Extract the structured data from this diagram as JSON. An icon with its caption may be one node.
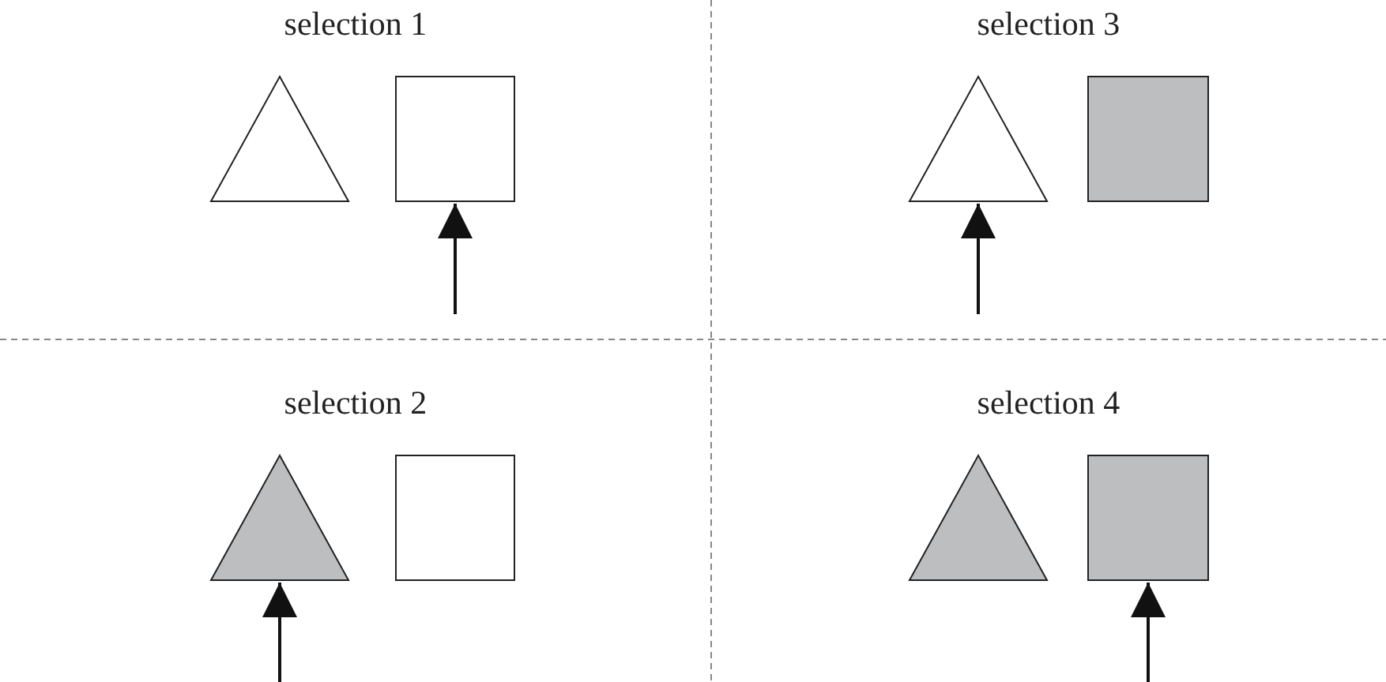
{
  "diagram": {
    "nodes": [
      {
        "text": [
          "selection 1"
        ]
      },
      {
        "text": [],
        "shape": "triangle",
        "in": 0
      },
      {
        "text": [],
        "shape": "box",
        "in": 0
      },
      {
        "text": [
          "selection 3"
        ]
      },
      {
        "text": [],
        "shape": "triangle",
        "in": 3
      },
      {
        "text": [],
        "shape": "box",
        "in": 3
      },
      {
        "text": [
          "selection 2"
        ]
      },
      {
        "text": [],
        "shape": "triangle",
        "in": 6
      },
      {
        "text": [],
        "shape": "box",
        "in": 6
      },
      {
        "text": [
          "selection 4"
        ]
      },
      {
        "text": [],
        "shape": "triangle",
        "in": 9
      },
      {
        "text": [],
        "shape": "box",
        "in": 9
      }
    ],
    "edges": [
      {
        "from": null,
        "to": 2,
        "arrow": "to"
      },
      {
        "from": null,
        "to": 4,
        "arrow": "to"
      },
      {
        "from": null,
        "to": 7,
        "arrow": "to"
      },
      {
        "from": null,
        "to": 11,
        "arrow": "to"
      }
    ]
  }
}
